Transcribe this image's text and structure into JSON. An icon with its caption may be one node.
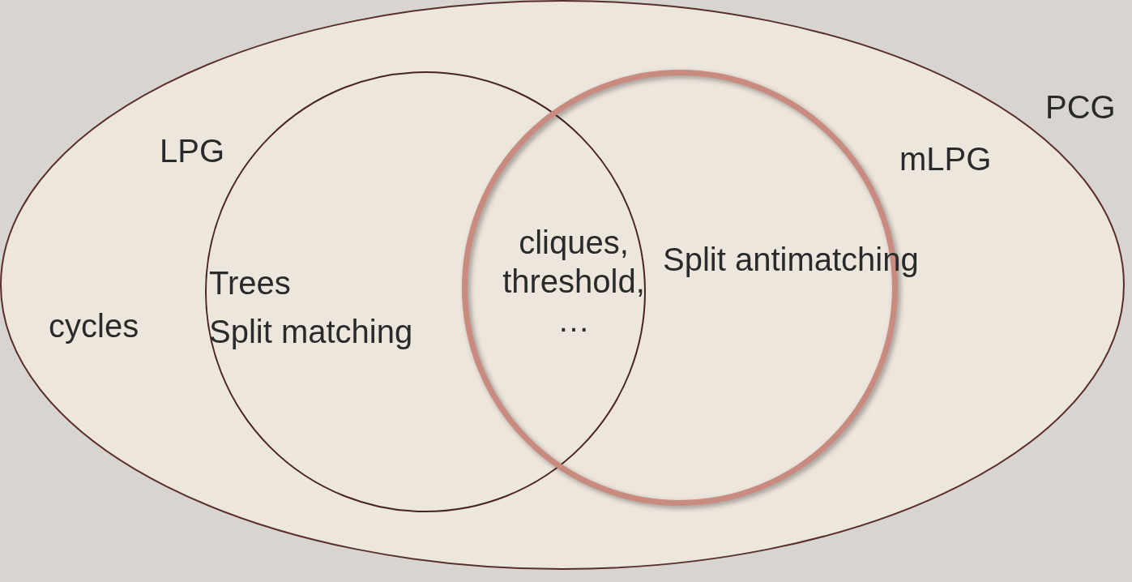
{
  "diagram": {
    "nodes": [
      {
        "text": [
          "PCG",
          "cycles"
        ]
      },
      {
        "text": [
          "LPG",
          "Trees",
          "Split matching"
        ],
        "in": 0
      },
      {
        "text": [
          "mLPG",
          "Split antimatching"
        ],
        "in": 0
      }
    ],
    "labels": [
      "cliques, threshold, …"
    ]
  }
}
